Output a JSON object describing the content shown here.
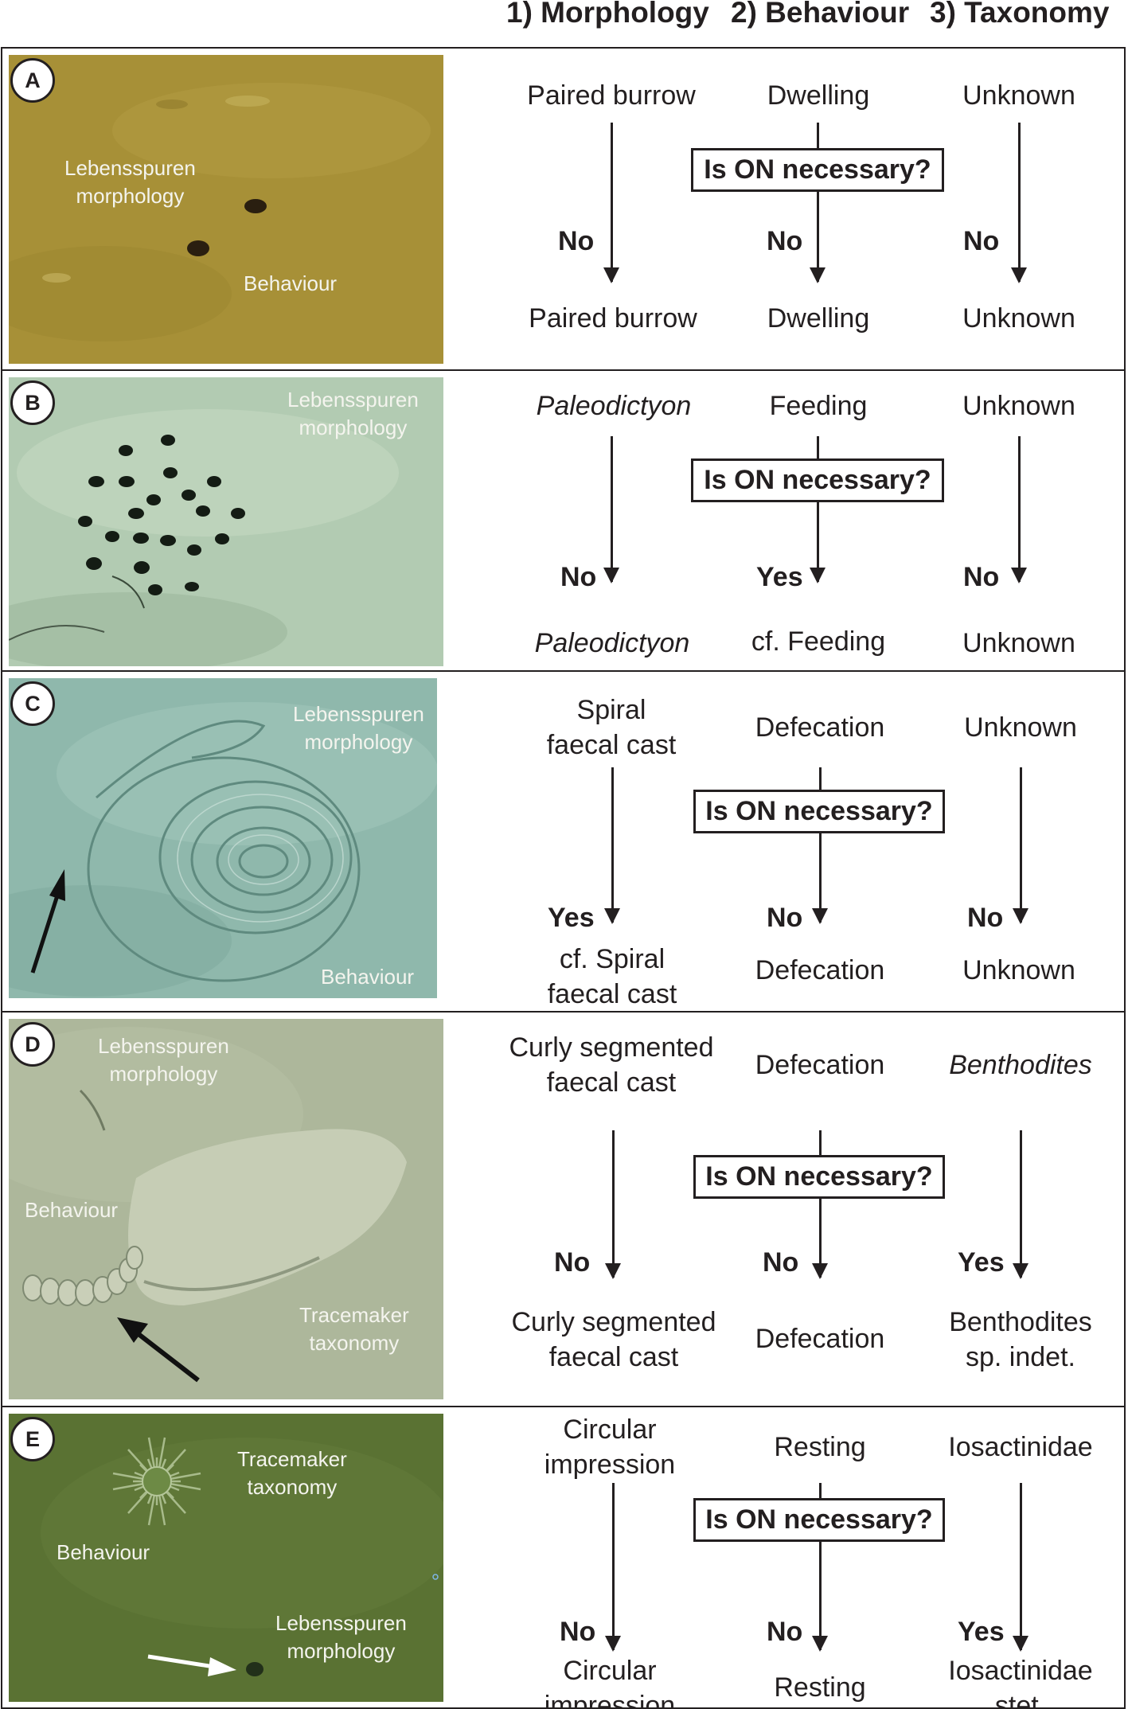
{
  "headers": {
    "morphology": "1) Morphology",
    "behaviour": "2) Behaviour",
    "taxonomy": "3) Taxonomy"
  },
  "question": "Is ON necessary?",
  "panels": [
    {
      "label": "A",
      "photo_labels": [
        "Lebensspuren\nmorphology",
        "Behaviour"
      ],
      "top": [
        "Paired burrow",
        "Dwelling",
        "Unknown"
      ],
      "answers": [
        "No",
        "No",
        "No"
      ],
      "bottom": [
        "Paired burrow",
        "Dwelling",
        "Unknown"
      ],
      "photo_color": "#a79037"
    },
    {
      "label": "B",
      "photo_labels": [
        "Lebensspuren\nmorphology"
      ],
      "top": [
        "Paleodictyon",
        "Feeding",
        "Unknown"
      ],
      "answers": [
        "No",
        "Yes",
        "No"
      ],
      "bottom": [
        "Paleodictyon",
        "cf. Feeding",
        "Unknown"
      ],
      "photo_color": "#b2cbb2"
    },
    {
      "label": "C",
      "photo_labels": [
        "Lebensspuren\nmorphology",
        "Behaviour"
      ],
      "top": [
        "Spiral\nfaecal cast",
        "Defecation",
        "Unknown"
      ],
      "answers": [
        "Yes",
        "No",
        "No"
      ],
      "bottom": [
        "cf. Spiral\nfaecal cast",
        "Defecation",
        "Unknown"
      ],
      "photo_color": "#8fb8ac"
    },
    {
      "label": "D",
      "photo_labels": [
        "Lebensspuren\nmorphology",
        "Behaviour",
        "Tracemaker\ntaxonomy"
      ],
      "top": [
        "Curly segmented\nfaecal cast",
        "Defecation",
        "Benthodites"
      ],
      "answers": [
        "No",
        "No",
        "Yes"
      ],
      "bottom": [
        "Curly segmented\nfaecal cast",
        "Defecation",
        "Benthodites\nsp. indet."
      ],
      "photo_color": "#adb79b"
    },
    {
      "label": "E",
      "photo_labels": [
        "Tracemaker\ntaxonomy",
        "Behaviour",
        "Lebensspuren\nmorphology"
      ],
      "top": [
        "Circular\nimpression",
        "Resting",
        "Iosactinidae"
      ],
      "answers": [
        "No",
        "No",
        "Yes"
      ],
      "bottom": [
        "Circular\nimpression",
        "Resting",
        "Iosactinidae\nstet."
      ],
      "photo_color": "#5a7233"
    }
  ]
}
